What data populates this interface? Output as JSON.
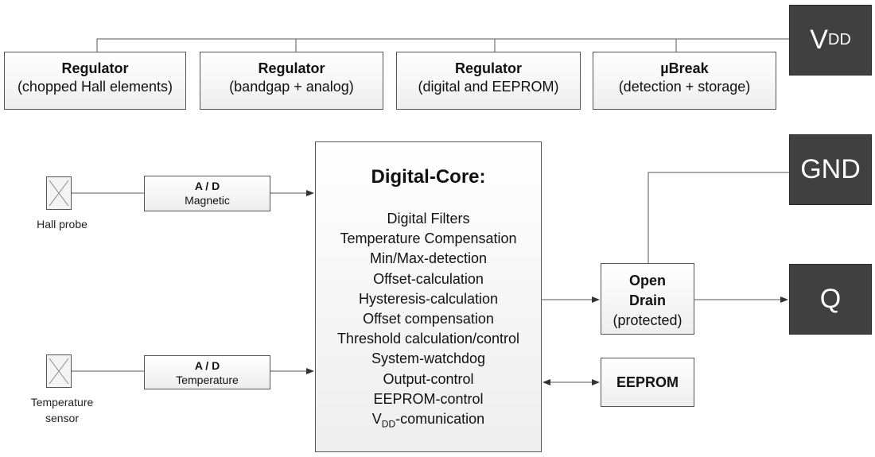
{
  "regulators": [
    {
      "title": "Regulator",
      "subtitle": "(chopped Hall elements)"
    },
    {
      "title": "Regulator",
      "subtitle": "(bandgap + analog)"
    },
    {
      "title": "Regulator",
      "subtitle": "(digital and EEPROM)"
    },
    {
      "title": "µBreak",
      "subtitle": "(detection + storage)"
    }
  ],
  "pins": {
    "vdd": {
      "main": "V",
      "sub": "DD"
    },
    "gnd": "GND",
    "q": "Q"
  },
  "inputs": {
    "hall": {
      "converter_top": "A / D",
      "converter_bottom": "Magnetic",
      "label": "Hall probe"
    },
    "temp": {
      "converter_top": "A / D",
      "converter_bottom": "Temperature",
      "label_line1": "Temperature",
      "label_line2": "sensor"
    }
  },
  "core": {
    "title": "Digital-Core:",
    "functions": [
      "Digital Filters",
      "Temperature Compensation",
      "Min/Max-detection",
      "Offset-calculation",
      "Hysteresis-calculation",
      "Offset compensation",
      "Threshold calculation/control",
      "System-watchdog",
      "Output-control",
      "EEPROM-control"
    ],
    "last_function": {
      "prefix": "V",
      "sub": "DD",
      "suffix": "-comunication"
    }
  },
  "output": {
    "line1": "Open",
    "line2": "Drain",
    "line3": "(protected)"
  },
  "eeprom": "EEPROM",
  "colors": {
    "pin_fill": "#404040",
    "line": "#555555",
    "box_fill": "#eeeeee"
  }
}
